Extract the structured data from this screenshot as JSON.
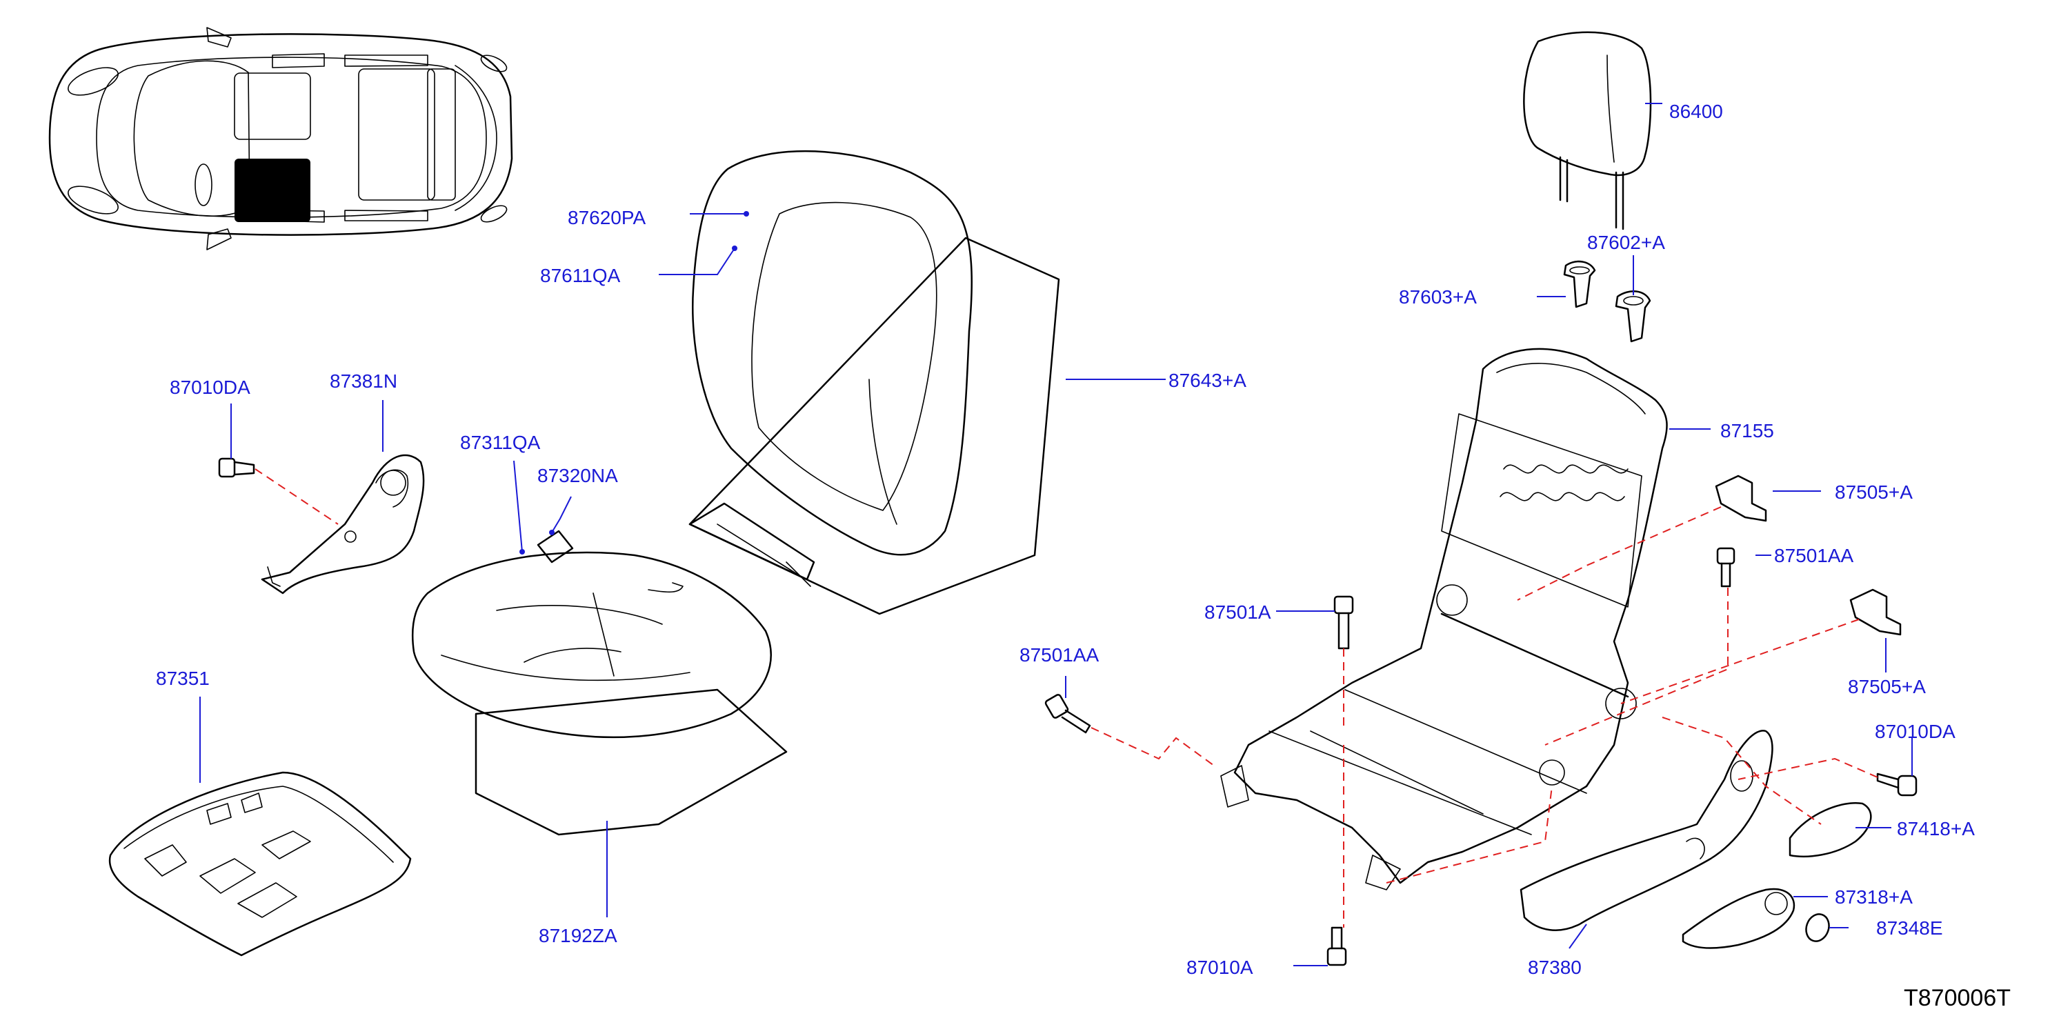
{
  "drawing_id": "T870006T",
  "colors": {
    "label": "#1a1ad6",
    "leader": "#1a1ad6",
    "alignment": "#e02020",
    "outline": "#000000"
  },
  "labels": {
    "p86400": "86400",
    "p87602a": "87602+A",
    "p87603a": "87603+A",
    "p87620pa": "87620PA",
    "p87611qa": "87611QA",
    "p87643a": "87643+A",
    "p87155": "87155",
    "p87010da_left": "87010DA",
    "p87381n": "87381N",
    "p87311qa": "87311QA",
    "p87320na": "87320NA",
    "p87505a_top": "87505+A",
    "p87501aa_right": "87501AA",
    "p87501a": "87501A",
    "p87501aa_left": "87501AA",
    "p87505a_bottom": "87505+A",
    "p87351": "87351",
    "p87010da_right": "87010DA",
    "p87418a": "87418+A",
    "p87318a": "87318+A",
    "p87348e": "87348E",
    "p87192za": "87192ZA",
    "p87010a": "87010A",
    "p87380": "87380"
  }
}
